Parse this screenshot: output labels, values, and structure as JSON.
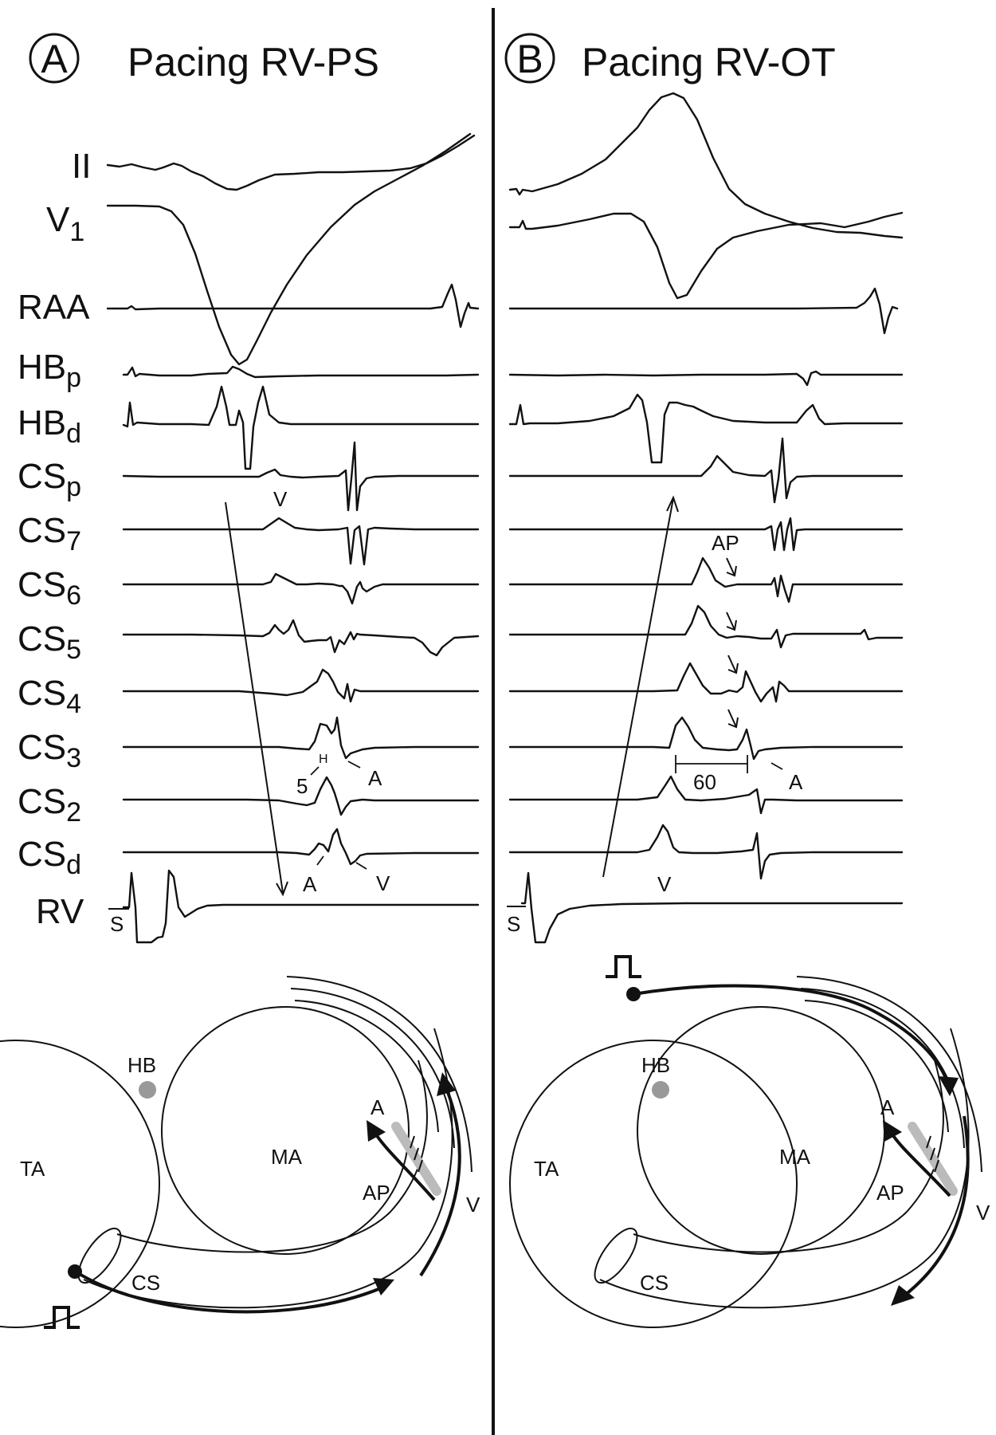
{
  "panels": [
    {
      "letter": "A",
      "title": "Pacing RV-PS"
    },
    {
      "letter": "B",
      "title": "Pacing RV-OT"
    }
  ],
  "leads": [
    {
      "base": "II",
      "sub": ""
    },
    {
      "base": "V",
      "sub": "1"
    },
    {
      "base": "RAA",
      "sub": ""
    },
    {
      "base": "HB",
      "sub": "p"
    },
    {
      "base": "HB",
      "sub": "d"
    },
    {
      "base": "CS",
      "sub": "p"
    },
    {
      "base": "CS",
      "sub": "7"
    },
    {
      "base": "CS",
      "sub": "6"
    },
    {
      "base": "CS",
      "sub": "5"
    },
    {
      "base": "CS",
      "sub": "4"
    },
    {
      "base": "CS",
      "sub": "3"
    },
    {
      "base": "CS",
      "sub": "2"
    },
    {
      "base": "CS",
      "sub": "d"
    },
    {
      "base": "RV",
      "sub": ""
    }
  ],
  "panel_a_annotations": {
    "v_upper": "V",
    "h": "H",
    "five": "5",
    "a_mid": "A",
    "a_low": "A",
    "v_low": "V",
    "stim": "S"
  },
  "panel_b_annotations": {
    "ap": "AP",
    "interval": "60",
    "a_mid": "A",
    "v_low": "V",
    "stim": "S"
  },
  "diagram_labels": {
    "ta": "TA",
    "ma": "MA",
    "hb": "HB",
    "cs": "CS",
    "a": "A",
    "ap": "AP",
    "v": "V"
  },
  "colors": {
    "ink": "#111111",
    "hb_dot": "#999999",
    "pathway": "#bbbbbb"
  }
}
